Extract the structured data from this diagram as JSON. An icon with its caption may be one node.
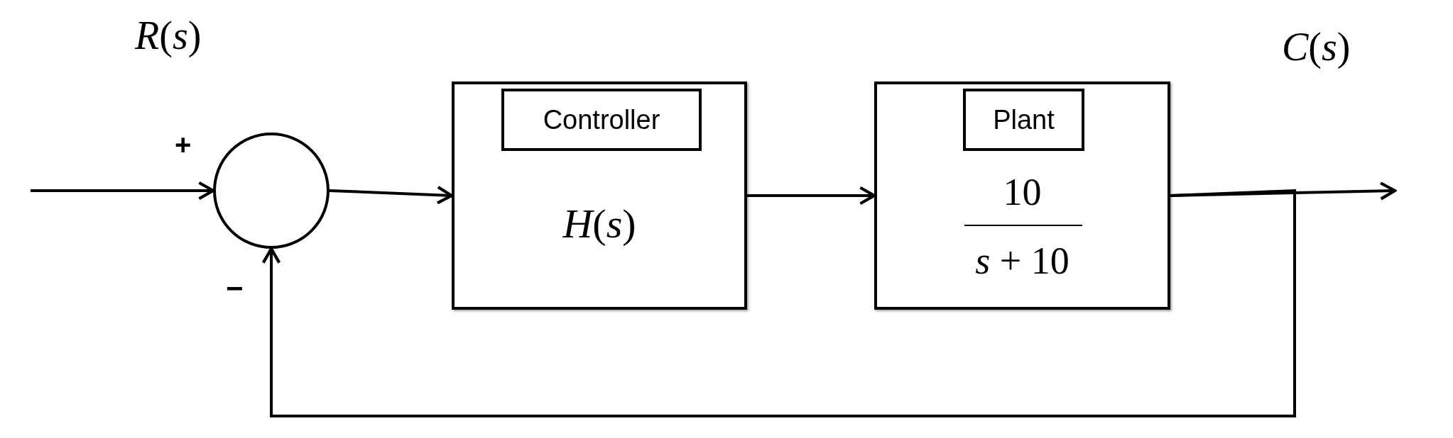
{
  "diagram": {
    "nodes": [
      {
        "text": [],
        "shape": "circle"
      },
      {
        "text": [
          "*H*(*s*)"
        ]
      },
      {
        "text": [
          "Controller"
        ],
        "in": 1
      },
      {
        "text": [
          "10",
          "*s* + 10"
        ]
      },
      {
        "text": [
          "Plant"
        ],
        "in": 3
      }
    ],
    "edges": [
      {
        "from": null,
        "to": 0,
        "arrow": "to"
      },
      {
        "from": 0,
        "to": 1,
        "arrow": "to"
      },
      {
        "from": 1,
        "to": 3,
        "arrow": "to"
      },
      {
        "from": 3,
        "to": null,
        "arrow": "to"
      },
      {
        "from": 3,
        "to": 0,
        "arrow": "to"
      }
    ],
    "labels": [
      "*R*(*s*)",
      "*C*(*s*)",
      "+",
      "−"
    ]
  }
}
